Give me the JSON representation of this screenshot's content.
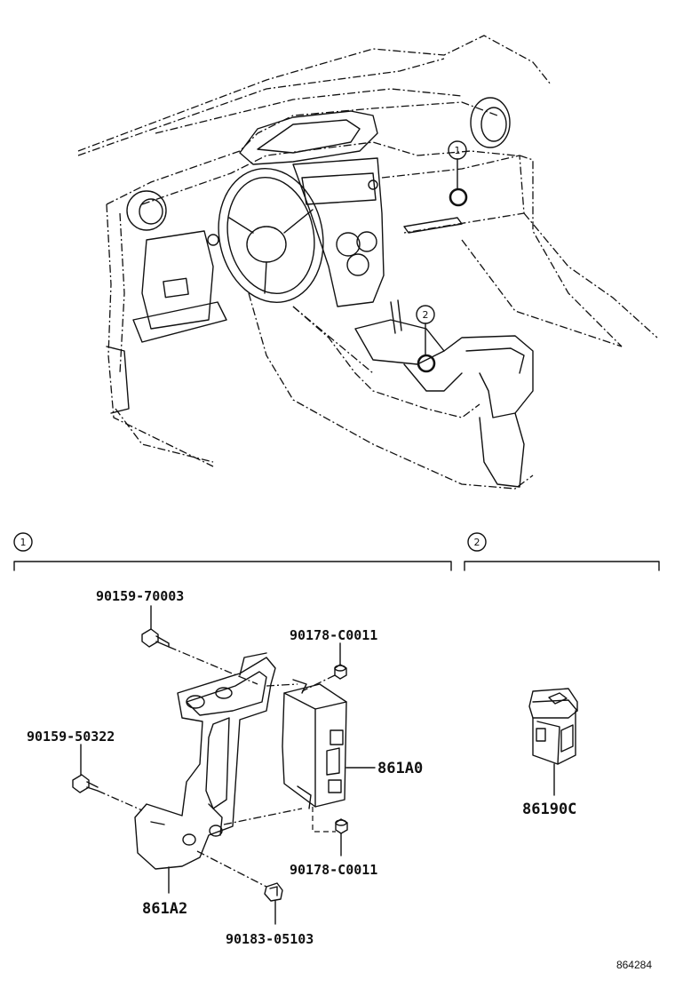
{
  "diagram": {
    "callouts": {
      "one": "1",
      "two": "2"
    },
    "parts": {
      "bolt_upper": "90159-70003",
      "nut_upper": "90178-C0011",
      "bolt_left": "90159-50322",
      "ecu": "861A0",
      "nut_lower": "90178-C0011",
      "bracket": "861A2",
      "clip": "90183-05103",
      "switch": "86190C"
    },
    "reference_code": "864284"
  }
}
